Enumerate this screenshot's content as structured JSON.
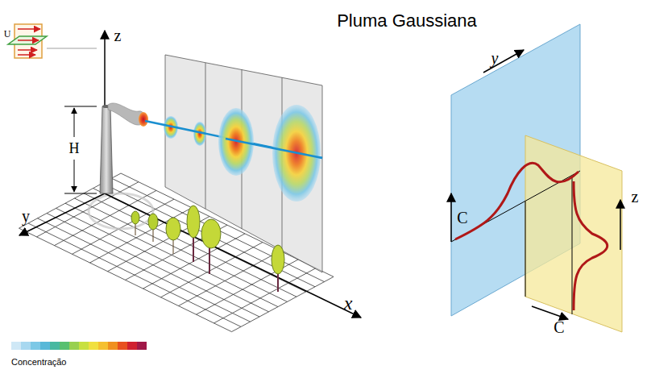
{
  "diagram": {
    "title": "Pluma Gaussiana",
    "labels": [
      "z",
      "U",
      "H",
      "y",
      "x",
      "y",
      "C",
      "z",
      "C",
      "Concentração"
    ]
  }
}
